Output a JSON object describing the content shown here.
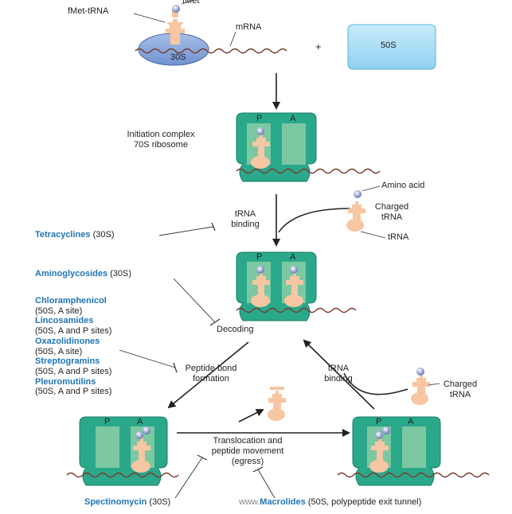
{
  "top": {
    "fmet": "fMet",
    "fmet_trna": "fMet-tRNA",
    "mrna": "mRNA",
    "subunit_30s": "30S",
    "plus": "+",
    "subunit_50s": "50S"
  },
  "initiation": {
    "line1": "Initiation complex",
    "line2": "70S ribosome",
    "site_p": "P",
    "site_a": "A"
  },
  "trna_binding_1": {
    "line1": "tRNA",
    "line2": "binding"
  },
  "charged_trna_1": {
    "amino_acid": "Amino acid",
    "charged_line1": "Charged",
    "charged_line2": "tRNA",
    "trna": "tRNA"
  },
  "tetracyclines": {
    "name": "Tetracyclines",
    "note": "(30S)"
  },
  "aminoglycosides": {
    "name": "Aminoglycosides",
    "note": "(30S)"
  },
  "decoding_ribosome": {
    "site_p": "P",
    "site_a": "A"
  },
  "decoding": "Decoding",
  "drug_list": [
    {
      "name": "Chloramphenicol",
      "note": "(50S, A site)"
    },
    {
      "name": "Lincosamides",
      "note": "(50S, A and P sites)"
    },
    {
      "name": "Oxazolidinones",
      "note": "(50S, A site)"
    },
    {
      "name": "Streptogramins",
      "note": "(50S, A and P sites)"
    },
    {
      "name": "Pleuromutilins",
      "note": "(50S, A and P sites)"
    }
  ],
  "peptide_bond": {
    "line1": "Peptide bond",
    "line2": "formation"
  },
  "trna_binding_2": {
    "line1": "tRNA",
    "line2": "binding"
  },
  "charged_trna_2": {
    "line1": "Charged",
    "line2": "tRNA"
  },
  "left_ribosome": {
    "site_p": "P",
    "site_a": "A"
  },
  "right_ribosome": {
    "site_p": "P",
    "site_a": "A"
  },
  "translocation": {
    "line1": "Translocation and",
    "line2": "peptide movement",
    "line3": "(egress)"
  },
  "spectinomycin": {
    "name": "Spectinomycin",
    "note": "(30S)"
  },
  "macrolides": {
    "watermark": "www.",
    "name": "Macrolides",
    "note": "(50S, polypeptide exit tunnel)"
  },
  "colors": {
    "ribosome": "#2aa88a",
    "ribosome_dark": "#1a7d66",
    "site_panel": "#7cc8a3",
    "trna": "#f7c6a3",
    "subunit_30s": "#7fa1d9",
    "subunit_50s": "#9ad6f2",
    "drug_text": "#1f74b8"
  }
}
